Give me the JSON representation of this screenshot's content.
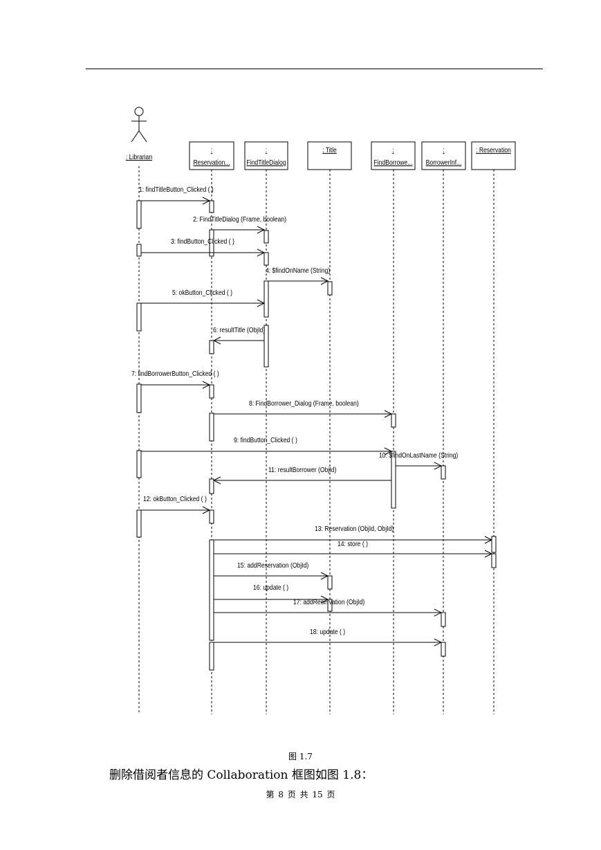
{
  "diagram": {
    "actor": {
      "id": "librarian",
      "label": ": Librarian"
    },
    "objects": [
      {
        "id": "reservation_ui",
        "line1": ":",
        "line2": "Reservation..."
      },
      {
        "id": "find_title_dialog",
        "line1": ":",
        "line2": "FindTitleDialog"
      },
      {
        "id": "title",
        "line1": ": Title",
        "line2": ""
      },
      {
        "id": "find_borrower",
        "line1": ":",
        "line2": "FindBorrowe..."
      },
      {
        "id": "borrower_info",
        "line1": ":",
        "line2": "BorrowerInf..."
      },
      {
        "id": "reservation",
        "line1": ": Reservation",
        "line2": ""
      }
    ],
    "messages": [
      {
        "num": 1,
        "label": "1: findTitleButton_Clicked ( )",
        "from": "librarian",
        "to": "reservation_ui"
      },
      {
        "num": 2,
        "label": "2: FindTitleDialog (Frame, boolean)",
        "from": "reservation_ui",
        "to": "find_title_dialog"
      },
      {
        "num": 3,
        "label": "3: findButton_Clicked ( )",
        "from": "librarian",
        "to": "find_title_dialog"
      },
      {
        "num": 4,
        "label": "4: $findOnName (String)",
        "from": "find_title_dialog",
        "to": "title"
      },
      {
        "num": 5,
        "label": "5: okButton_Clicked ( )",
        "from": "librarian",
        "to": "find_title_dialog"
      },
      {
        "num": 6,
        "label": "6: resultTitle (ObjId)",
        "from": "find_title_dialog",
        "to": "reservation_ui"
      },
      {
        "num": 7,
        "label": "7: findBorrowerButton_Clicked ( )",
        "from": "librarian",
        "to": "reservation_ui"
      },
      {
        "num": 8,
        "label": "8: FindBorrower_Dialog (Frame, boolean)",
        "from": "reservation_ui",
        "to": "find_borrower"
      },
      {
        "num": 9,
        "label": "9: findButton_Clicked ( )",
        "from": "librarian",
        "to": "find_borrower"
      },
      {
        "num": 10,
        "label": "10: $findOnLastName (String)",
        "from": "find_borrower",
        "to": "borrower_info"
      },
      {
        "num": 11,
        "label": "11: resultBorrower (ObjId)",
        "from": "find_borrower",
        "to": "reservation_ui"
      },
      {
        "num": 12,
        "label": "12: okButton_Clicked ( )",
        "from": "librarian",
        "to": "reservation_ui"
      },
      {
        "num": 13,
        "label": "13: Reservation (ObjId, ObjId)",
        "from": "reservation_ui",
        "to": "reservation"
      },
      {
        "num": 14,
        "label": "14: store ( )",
        "from": "reservation_ui",
        "to": "reservation"
      },
      {
        "num": 15,
        "label": "15: addReservation (ObjId)",
        "from": "reservation_ui",
        "to": "title"
      },
      {
        "num": 16,
        "label": "16: update ( )",
        "from": "reservation_ui",
        "to": "title"
      },
      {
        "num": 17,
        "label": "17: addReservation (ObjId)",
        "from": "reservation_ui",
        "to": "borrower_info"
      },
      {
        "num": 18,
        "label": "18: update ( )",
        "from": "reservation_ui",
        "to": "borrower_info"
      }
    ]
  },
  "caption": "图 1.7",
  "body_text": "删除借阅者信息的 Collaboration 框图如图 1.8：",
  "footer": "第 8 页 共 15 页"
}
